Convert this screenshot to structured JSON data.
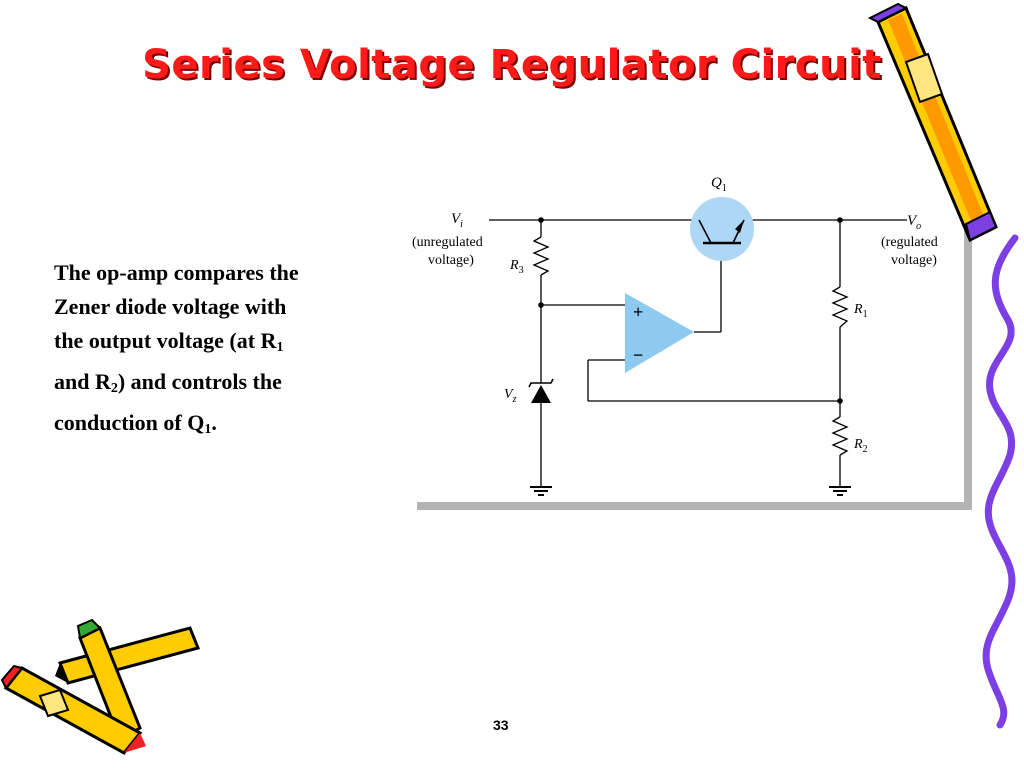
{
  "slide": {
    "title": "Series Voltage Regulator Circuit",
    "description": [
      {
        "text": "The op-amp compares the"
      },
      {
        "text": "Zener diode voltage with"
      },
      {
        "text": "the output voltage (at R",
        "sub": "1"
      },
      {
        "text": "and R",
        "sub": "2",
        "after": ") and controls the"
      },
      {
        "text": "conduction of Q",
        "sub": "1",
        "after": "."
      }
    ],
    "page_number": "33"
  },
  "circuit": {
    "transistor_label": "Q",
    "transistor_sub": "1",
    "input_label": "V",
    "input_sub": "i",
    "input_desc_line1": "(unregulated",
    "input_desc_line2": "voltage)",
    "output_label": "V",
    "output_sub": "o",
    "output_desc_line1": "(regulated",
    "output_desc_line2": "voltage)",
    "r3_label": "R",
    "r3_sub": "3",
    "r1_label": "R",
    "r1_sub": "1",
    "r2_label": "R",
    "r2_sub": "2",
    "zener_label": "V",
    "zener_sub": "z",
    "opamp_plus": "+",
    "opamp_minus": "−"
  },
  "colors": {
    "title": "#ff1a1a",
    "transistor_highlight": "#aed6f5",
    "opamp_fill": "#8ec9ef",
    "panel_shadow": "#b3b3b3",
    "squiggle": "#7b3fe4"
  },
  "decorations": [
    "pencil-top-right",
    "pencils-bottom-left",
    "squiggle-right-edge"
  ]
}
